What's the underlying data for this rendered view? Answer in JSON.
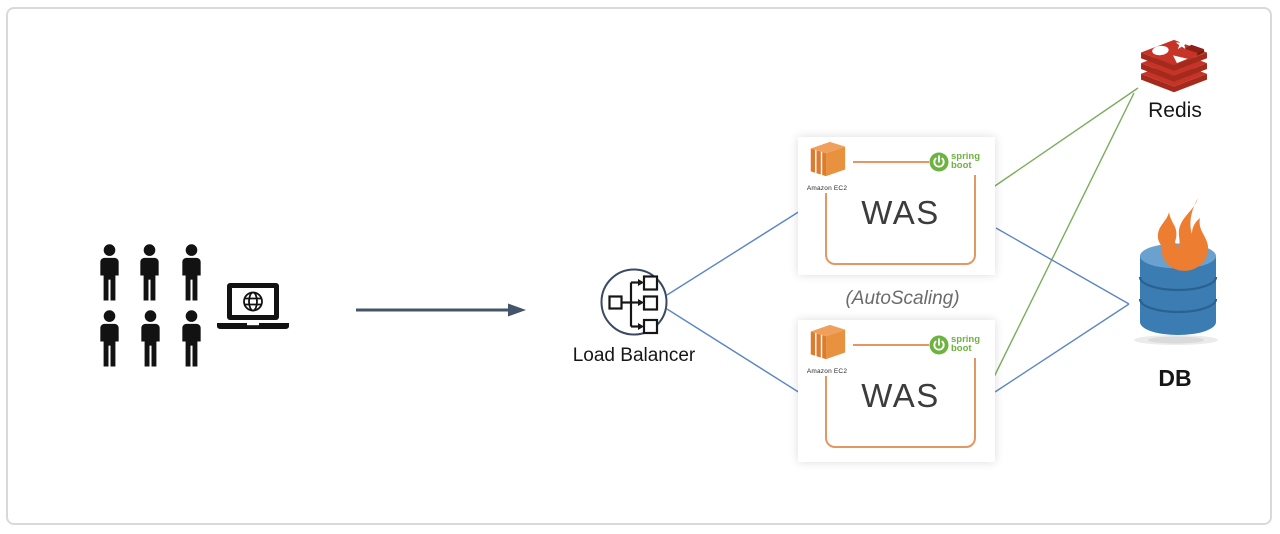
{
  "nodes": {
    "load_balancer": {
      "label": "Load Balancer"
    },
    "was": {
      "label": "WAS",
      "ec2_label": "Amazon EC2",
      "spring_word1": "spring",
      "spring_word2": "boot"
    },
    "autoscaling": {
      "label": "(AutoScaling)"
    },
    "redis": {
      "label": "Redis"
    },
    "db": {
      "label": "DB"
    }
  },
  "icons": {
    "users": "user-silhouette-icon",
    "client": "laptop-globe-icon",
    "load_balancer": "load-balancer-fanout-icon",
    "was_host": "amazon-ec2-icon",
    "was_framework": "spring-boot-icon",
    "cache": "redis-stack-icon",
    "database": "db-cylinder-flame-icon",
    "flow": "right-arrow-icon"
  },
  "colors": {
    "frame_border": "#d9d9d9",
    "line_blue": "#5b87c5",
    "line_green": "#7aad5c",
    "arrow": "#44546a",
    "box_orange": "#e49763",
    "spring_green": "#6db33f",
    "ec2_orange": "#e8923f",
    "redis_red": "#c53427",
    "redis_dark": "#a32a1c",
    "db_blue": "#3b7cb2",
    "db_blue_light": "#6aa1ce",
    "flame_orange": "#ed7d31"
  }
}
